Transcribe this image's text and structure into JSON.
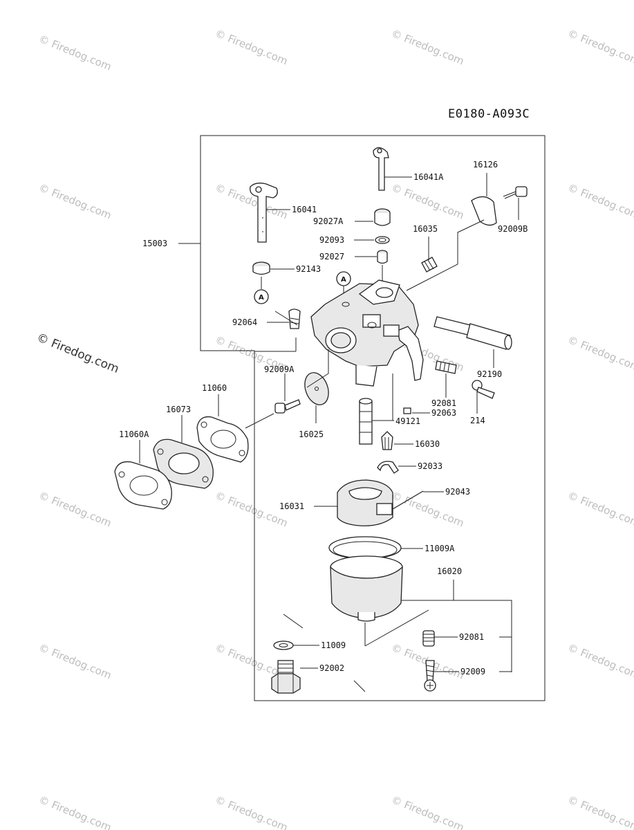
{
  "diagram_code": "E0180-A093C",
  "watermark_text": "© Firedog.com",
  "ref_marker": "A",
  "part_labels": {
    "p15003": "15003",
    "p16041": "16041",
    "p16041A": "16041A",
    "p92027A": "92027A",
    "p92093": "92093",
    "p92027": "92027",
    "p16035": "16035",
    "p16126": "16126",
    "p92009B": "92009B",
    "p92143": "92143",
    "p92064": "92064",
    "p92009A": "92009A",
    "p11060": "11060",
    "p16073": "16073",
    "p11060A": "11060A",
    "p16025": "16025",
    "p92190": "92190",
    "p92081a": "92081",
    "p92063": "92063",
    "p49121": "49121",
    "p214": "214",
    "p16030": "16030",
    "p92033": "92033",
    "p92043": "92043",
    "p16031": "16031",
    "p11009A": "11009A",
    "p16020": "16020",
    "p92081b": "92081",
    "p11009": "11009",
    "p92002": "92002",
    "p92009": "92009"
  }
}
